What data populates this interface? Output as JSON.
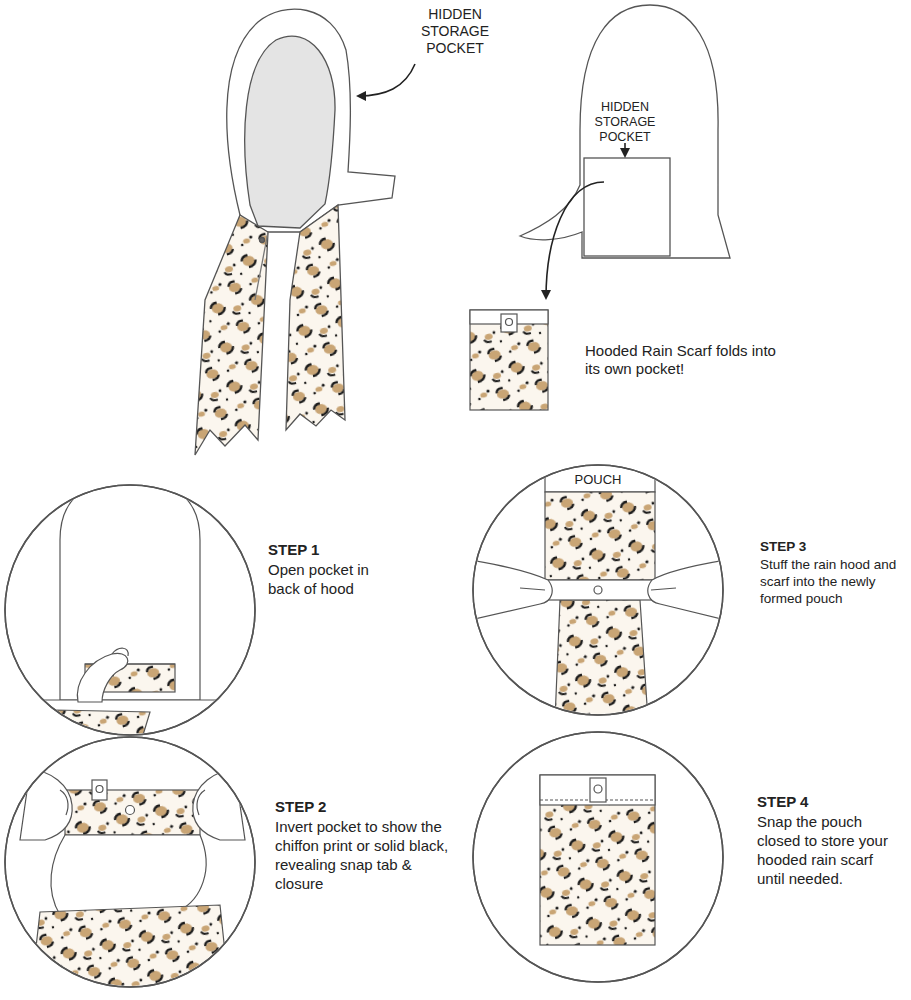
{
  "diagram": {
    "nodes": [
      {
        "text": [
          "STEP 1",
          "Open pocket in back of hood"
        ]
      },
      {
        "text": [
          "STEP 2",
          "Invert pocket to show the chiffon print or solid black, revealing snap tab & closure"
        ]
      },
      {
        "text": [
          "STEP 3",
          "Stuff the rain hood and scarf into the newly formed pouch"
        ]
      },
      {
        "text": [
          "STEP 4",
          "Snap the pouch closed to store your hooded rain scarf until needed."
        ]
      }
    ],
    "labels": [
      "HIDDEN STORAGE POCKET",
      "HIDDEN STORAGE POCKET",
      "Hooded Rain Scarf folds into its own pocket!",
      "POUCH"
    ]
  }
}
